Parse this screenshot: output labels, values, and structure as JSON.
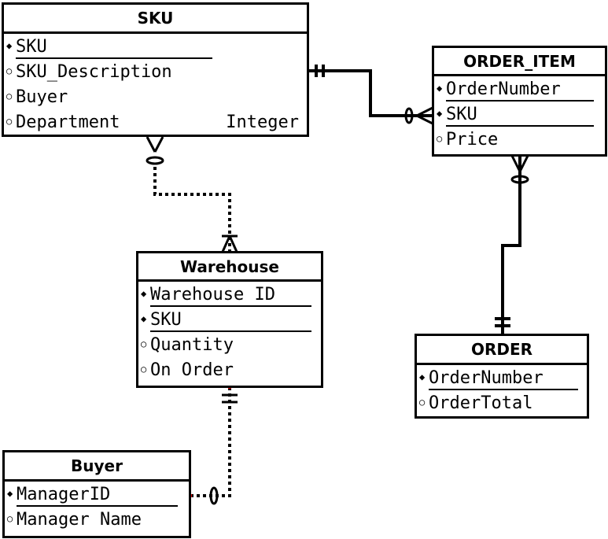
{
  "diagram": {
    "entities": [
      {
        "id": "sku",
        "title": "SKU",
        "attributes": [
          {
            "name": "SKU",
            "key": true,
            "type": ""
          },
          {
            "name": "SKU_Description",
            "key": false,
            "type": ""
          },
          {
            "name": "Buyer",
            "key": false,
            "type": ""
          },
          {
            "name": "Department",
            "key": false,
            "type": "Integer"
          }
        ]
      },
      {
        "id": "order_item",
        "title": "ORDER_ITEM",
        "attributes": [
          {
            "name": "OrderNumber",
            "key": true,
            "type": ""
          },
          {
            "name": "SKU",
            "key": true,
            "type": ""
          },
          {
            "name": "Price",
            "key": false,
            "type": ""
          }
        ]
      },
      {
        "id": "warehouse",
        "title": "Warehouse",
        "attributes": [
          {
            "name": "Warehouse ID",
            "key": true,
            "type": ""
          },
          {
            "name": "SKU",
            "key": true,
            "type": ""
          },
          {
            "name": "Quantity",
            "key": false,
            "type": ""
          },
          {
            "name": "On Order",
            "key": false,
            "type": ""
          }
        ]
      },
      {
        "id": "order",
        "title": "ORDER",
        "attributes": [
          {
            "name": "OrderNumber",
            "key": true,
            "type": ""
          },
          {
            "name": "OrderTotal",
            "key": false,
            "type": ""
          }
        ]
      },
      {
        "id": "buyer",
        "title": "Buyer",
        "attributes": [
          {
            "name": "ManagerID",
            "key": true,
            "type": ""
          },
          {
            "name": "Manager Name",
            "key": false,
            "type": ""
          }
        ]
      }
    ],
    "relationships": [
      {
        "from": "SKU",
        "to": "ORDER_ITEM",
        "from_cardinality": "exactly-one",
        "to_cardinality": "zero-or-many",
        "style": "solid"
      },
      {
        "from": "ORDER_ITEM",
        "to": "ORDER",
        "from_cardinality": "zero-or-many",
        "to_cardinality": "exactly-one",
        "style": "solid"
      },
      {
        "from": "SKU",
        "to": "Warehouse",
        "from_cardinality": "zero-or-many",
        "to_cardinality": "one-or-many",
        "style": "dotted"
      },
      {
        "from": "Warehouse",
        "to": "Buyer",
        "from_cardinality": "exactly-one",
        "to_cardinality": "zero-or-one",
        "style": "dotted"
      }
    ],
    "symbols": {
      "key": "◆",
      "non_key": "○"
    }
  }
}
